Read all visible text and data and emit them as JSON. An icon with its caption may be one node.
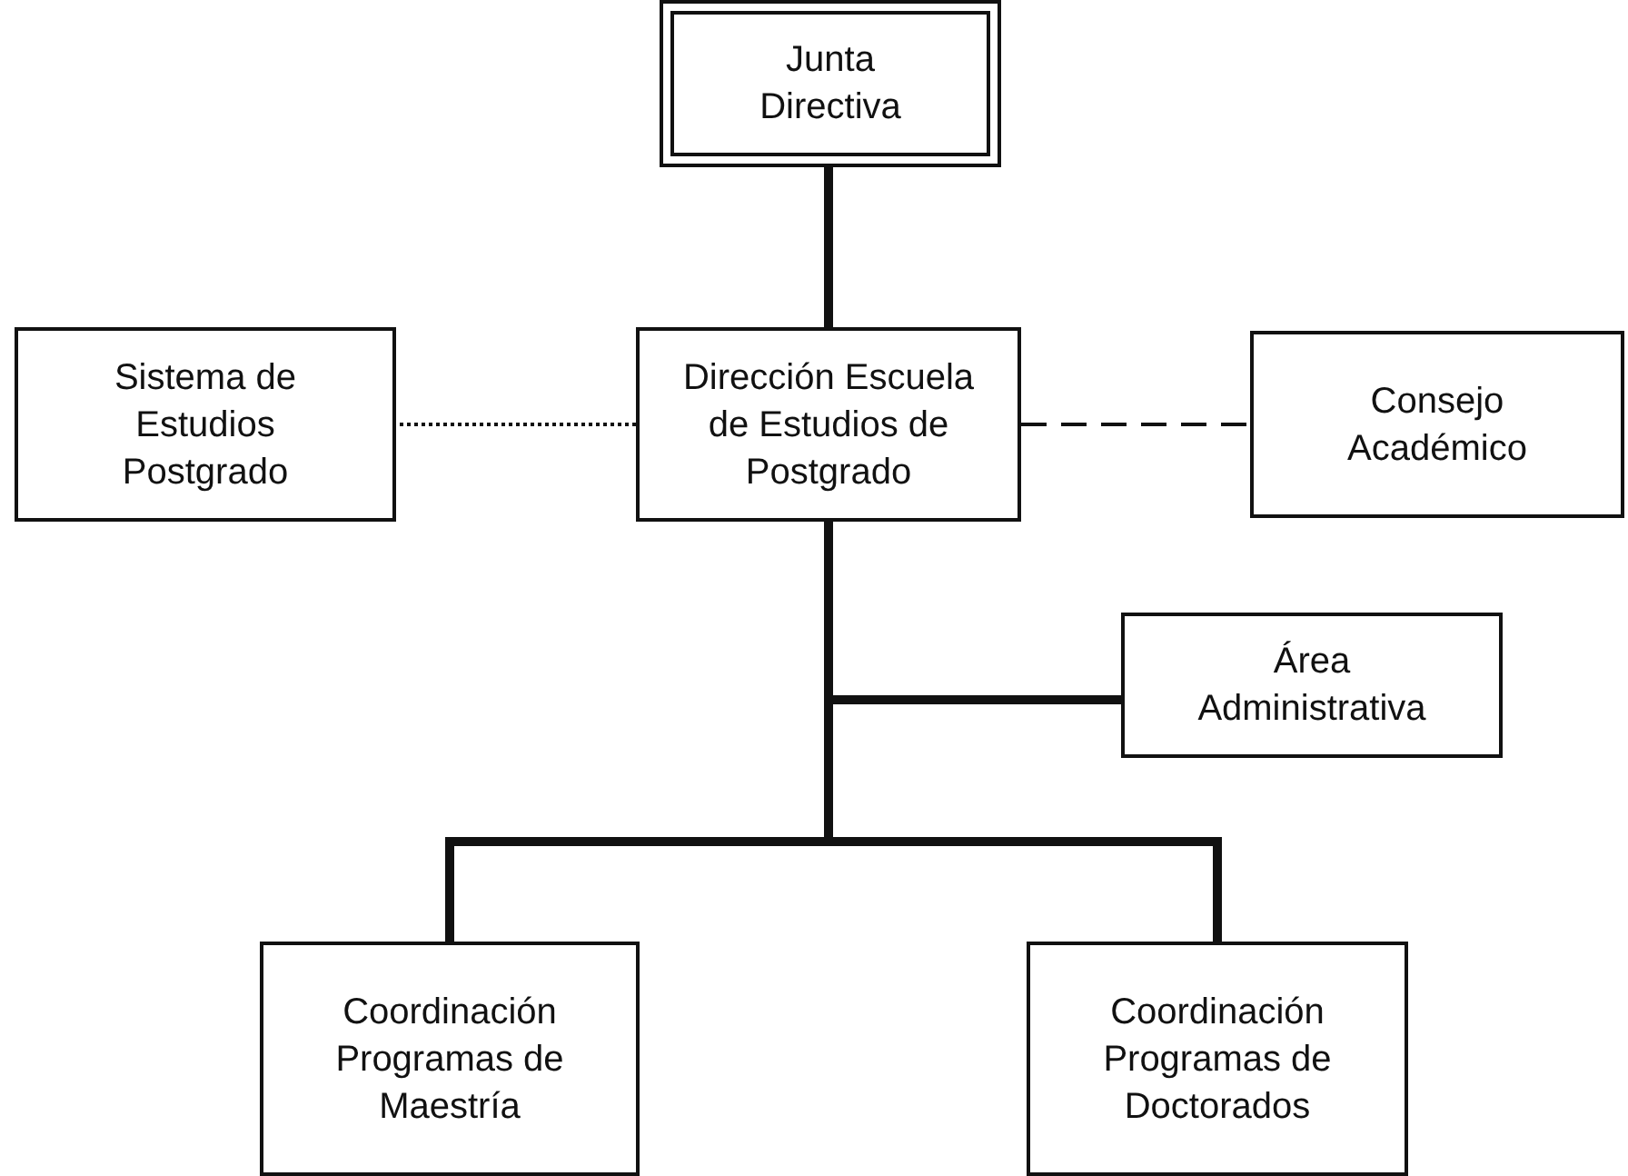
{
  "diagram": {
    "nodes": [
      {
        "text": [
          "Junta Directiva"
        ]
      },
      {
        "text": [
          "Dirección Escuela de Estudios de Postgrado"
        ]
      },
      {
        "text": [
          "Sistema de Estudios Postgrado"
        ]
      },
      {
        "text": [
          "Consejo Académico"
        ]
      },
      {
        "text": [
          "Área Administrativa"
        ]
      },
      {
        "text": [
          "Coordinación Programas de Maestría"
        ]
      },
      {
        "text": [
          "Coordinación Programas de Doctorados"
        ]
      }
    ],
    "edges": [
      {
        "from": 0,
        "to": 1,
        "arrow": "none"
      },
      {
        "from": 1,
        "to": 2,
        "arrow": "none",
        "style": "dashed"
      },
      {
        "from": 1,
        "to": 3,
        "arrow": "none",
        "style": "dashed"
      },
      {
        "from": 1,
        "to": 4,
        "arrow": "none"
      },
      {
        "from": 1,
        "to": 5,
        "arrow": "none"
      },
      {
        "from": 1,
        "to": 6,
        "arrow": "none"
      }
    ]
  }
}
